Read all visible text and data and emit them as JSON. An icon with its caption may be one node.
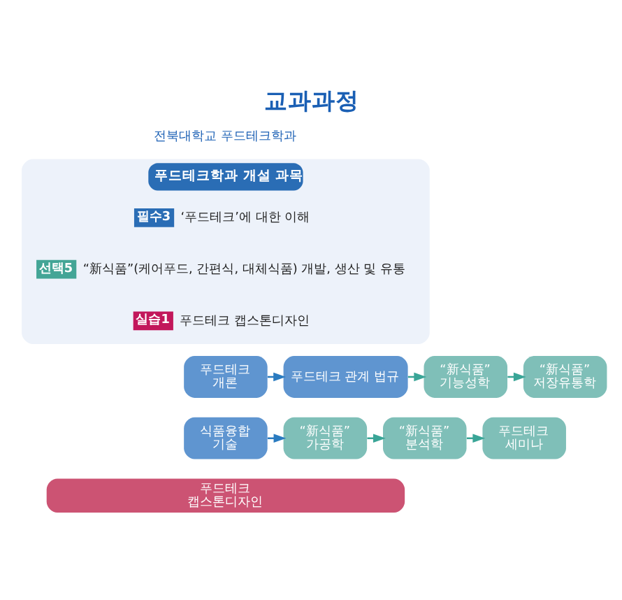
{
  "diagram": {
    "title": "교과과정",
    "nodes": [
      {
        "text": [
          "푸드테크학과 개설 과목"
        ]
      },
      {
        "text": [
          "필수3"
        ],
        "in": 0,
        "beside": [
          "‘푸드테크’에 대한 이해"
        ]
      },
      {
        "text": [
          "선택5"
        ],
        "in": 0,
        "beside": [
          "“新식품”(케어푸드, 간편식, 대체식품) 개발, 생산 및 유통"
        ]
      },
      {
        "text": [
          "실습1"
        ],
        "in": 0,
        "beside": [
          "푸드테크 캡스톤디자인"
        ]
      },
      {
        "text": [
          "푸드테크 개론"
        ]
      },
      {
        "text": [
          "푸드테크 관계 법규"
        ]
      },
      {
        "text": [
          "“新식품” 기능성학"
        ]
      },
      {
        "text": [
          "“新식품” 저장유통학"
        ]
      },
      {
        "text": [
          "식품융합 기술"
        ]
      },
      {
        "text": [
          "“新식품” 가공학"
        ]
      },
      {
        "text": [
          "“新식품” 분석학"
        ]
      },
      {
        "text": [
          "푸드테크 세미나"
        ]
      },
      {
        "text": [
          "푸드테크 캡스톤디자인"
        ]
      }
    ],
    "edges": [
      {
        "from": 4,
        "to": 5,
        "arrow": "to"
      },
      {
        "from": 5,
        "to": 6,
        "arrow": "to"
      },
      {
        "from": 6,
        "to": 7,
        "arrow": "to"
      },
      {
        "from": 8,
        "to": 9,
        "arrow": "to"
      },
      {
        "from": 9,
        "to": 10,
        "arrow": "to"
      },
      {
        "from": 10,
        "to": 11,
        "arrow": "to"
      }
    ],
    "labels": [
      "전북대학교 푸드테크학과"
    ]
  }
}
